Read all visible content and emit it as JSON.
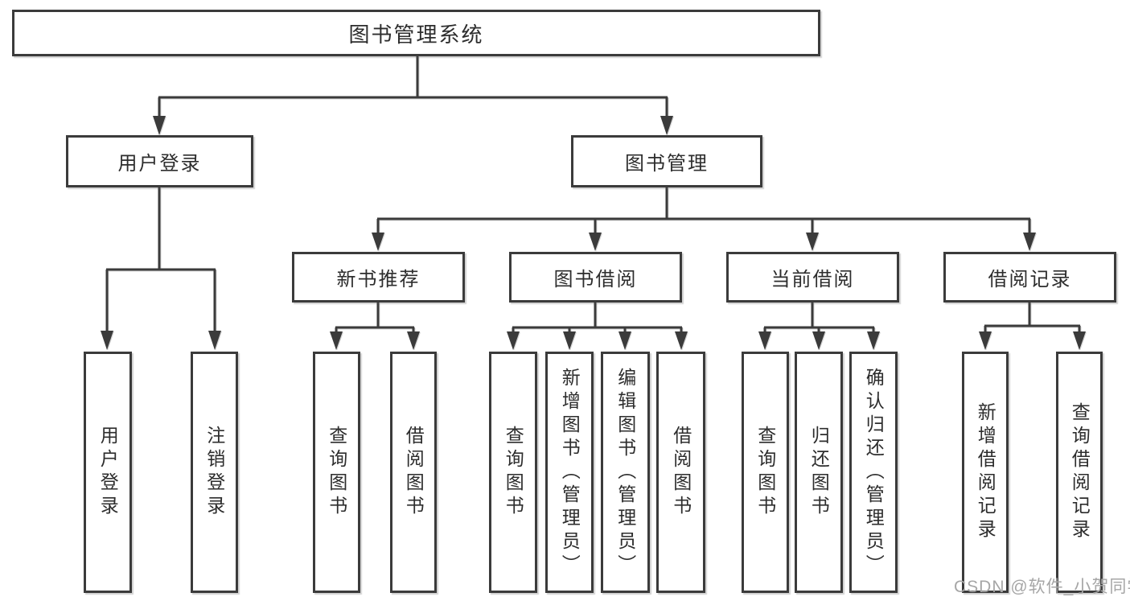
{
  "palette": {
    "background": "#ffffff",
    "line": "#3b3b3b",
    "box_border": "#3b3b3b",
    "text": "#2d2d2d",
    "watermark": "#a6a6a6"
  },
  "tree": {
    "label": "图书管理系统",
    "children": [
      {
        "label": "用户登录",
        "children": [
          {
            "label": "用户登录"
          },
          {
            "label": "注销登录"
          }
        ]
      },
      {
        "label": "图书管理",
        "children": [
          {
            "label": "新书推荐",
            "children": [
              {
                "label": "查询图书"
              },
              {
                "label": "借阅图书"
              }
            ]
          },
          {
            "label": "图书借阅",
            "children": [
              {
                "label": "查询图书"
              },
              {
                "label": "新增图书（管理员）"
              },
              {
                "label": "编辑图书（管理员）"
              },
              {
                "label": "借阅图书"
              }
            ]
          },
          {
            "label": "当前借阅",
            "children": [
              {
                "label": "查询图书"
              },
              {
                "label": "归还图书"
              },
              {
                "label": "确认归还（管理员）"
              }
            ]
          },
          {
            "label": "借阅记录",
            "children": [
              {
                "label": "新增借阅记录"
              },
              {
                "label": "查询借阅记录"
              }
            ]
          }
        ]
      }
    ]
  },
  "watermark": {
    "text": "CSDN @软件_小贺同学"
  }
}
